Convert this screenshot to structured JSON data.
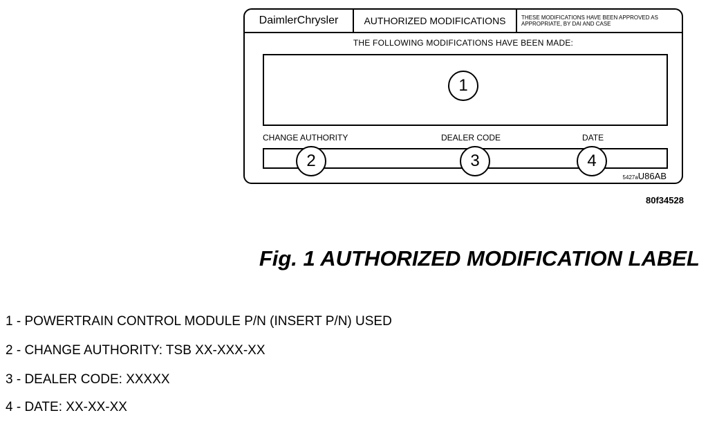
{
  "label": {
    "brand": "DaimlerChrysler",
    "title": "AUTHORIZED MODIFICATIONS",
    "note": "THESE MODIFICATIONS HAVE BEEN APPROVED AS APPROPRIATE, BY DAI AND CASE",
    "heading": "THE FOLLOWING MODIFICATIONS HAVE BEEN MADE:",
    "fields": {
      "change_authority": "CHANGE AUTHORITY",
      "dealer_code": "DEALER CODE",
      "date": "DATE"
    },
    "callouts": [
      "1",
      "2",
      "3",
      "4"
    ],
    "part_prefix": "5427a",
    "part_suffix": "U86AB"
  },
  "figure_id": "80f34528",
  "caption": "Fig. 1 AUTHORIZED MODIFICATION LABEL",
  "legend": [
    "1 - POWERTRAIN CONTROL MODULE P/N (INSERT P/N) USED",
    "2 - CHANGE AUTHORITY: TSB XX-XXX-XX",
    "3 - DEALER CODE: XXXXX",
    "4 - DATE: XX-XX-XX"
  ]
}
